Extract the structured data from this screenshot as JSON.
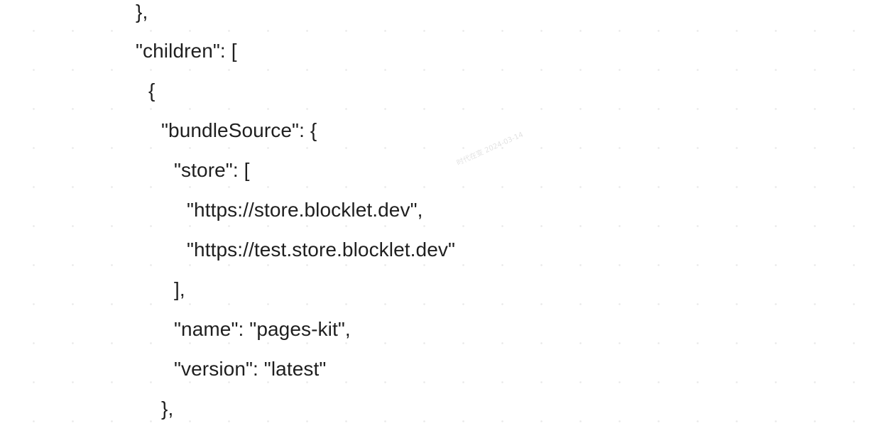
{
  "document": {
    "lines": [
      "},",
      "\"children\": [",
      "{",
      "\"bundleSource\": {",
      "\"store\": [",
      "\"https://store.blocklet.dev\",",
      "\"https://test.store.blocklet.dev\"",
      "],",
      "\"name\": \"pages-kit\",",
      "\"version\": \"latest\"",
      "},"
    ]
  },
  "watermark": {
    "text": "时代在变 2024-03-14"
  }
}
